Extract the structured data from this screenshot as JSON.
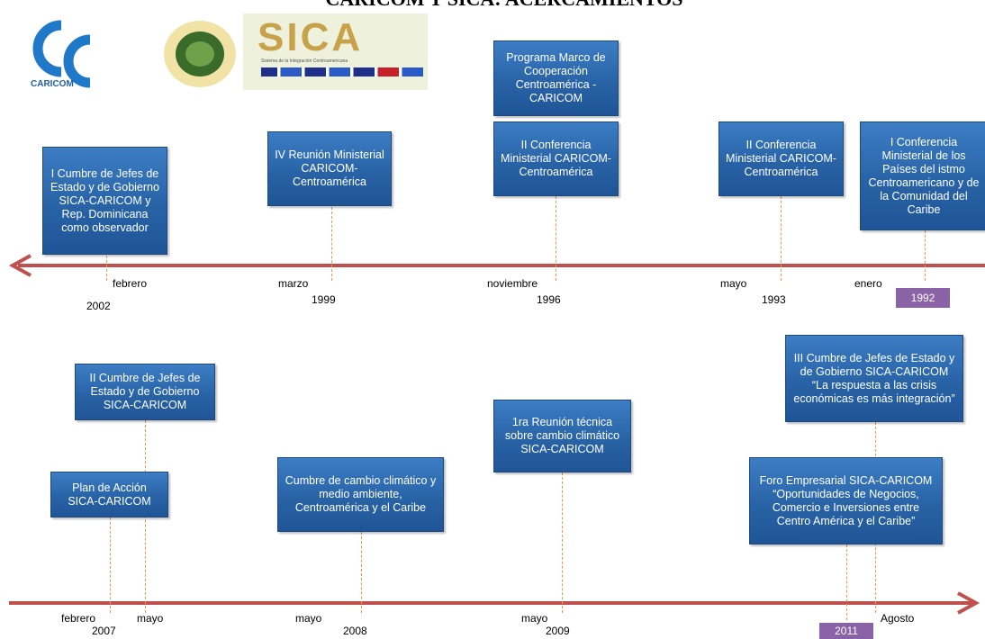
{
  "title": "CARICOM Y SICA: ACERCAMIENTOS",
  "logos": {
    "caricom_text": "CARICOM",
    "sica_text": "SICA",
    "sica_subtitle": "Sistema de la Integración Centroamericana"
  },
  "timeline_top": {
    "events": [
      {
        "text": "I Cumbre de Jefes de Estado y de Gobierno SICA-CARICOM y Rep. Dominicana como observador",
        "month": "febrero",
        "year": "2002"
      },
      {
        "text": "IV Reunión Ministerial CARICOM-Centroamérica",
        "month": "marzo",
        "year": "1999"
      },
      {
        "text": "Programa Marco de Cooperación Centroamérica - CARICOM",
        "month": "",
        "year": ""
      },
      {
        "text": "II Conferencia Ministerial CARICOM-Centroamérica",
        "month": "noviembre",
        "year": "1996"
      },
      {
        "text": "II Conferencia Ministerial CARICOM-Centroamérica",
        "month": "mayo",
        "year": "1993"
      },
      {
        "text": "I Conferencia Ministerial de los Países del istmo Centroamericano y de la Comunidad del Caribe",
        "month": "enero",
        "year": "1992"
      }
    ]
  },
  "timeline_bottom": {
    "events": [
      {
        "text": "II Cumbre de Jefes de Estado y de Gobierno SICA-CARICOM",
        "month": "mayo",
        "year": ""
      },
      {
        "text": "Plan de Acción SICA-CARICOM",
        "month": "febrero",
        "year": "2007"
      },
      {
        "text": "Cumbre de cambio climático y medio ambiente, Centroamérica y el Caribe",
        "month": "mayo",
        "year": "2008"
      },
      {
        "text": "1ra Reunión técnica sobre cambio climático SICA-CARICOM",
        "month": "mayo",
        "year": "2009"
      },
      {
        "text": "III Cumbre de Jefes de Estado y de Gobierno SICA-CARICOM “La respuesta a las crisis económicas es más integración”",
        "month": "Agosto",
        "year": ""
      },
      {
        "text": "Foro Empresarial SICA-CARICOM “Oportunidades de Negocios, Comercio e Inversiones entre Centro América y el Caribe”",
        "month": "",
        "year": "2011"
      }
    ]
  },
  "colors": {
    "box": "#2863a6",
    "arrow": "#c0504d",
    "dash": "#f4934b",
    "year_highlight": "#8a62a6"
  }
}
